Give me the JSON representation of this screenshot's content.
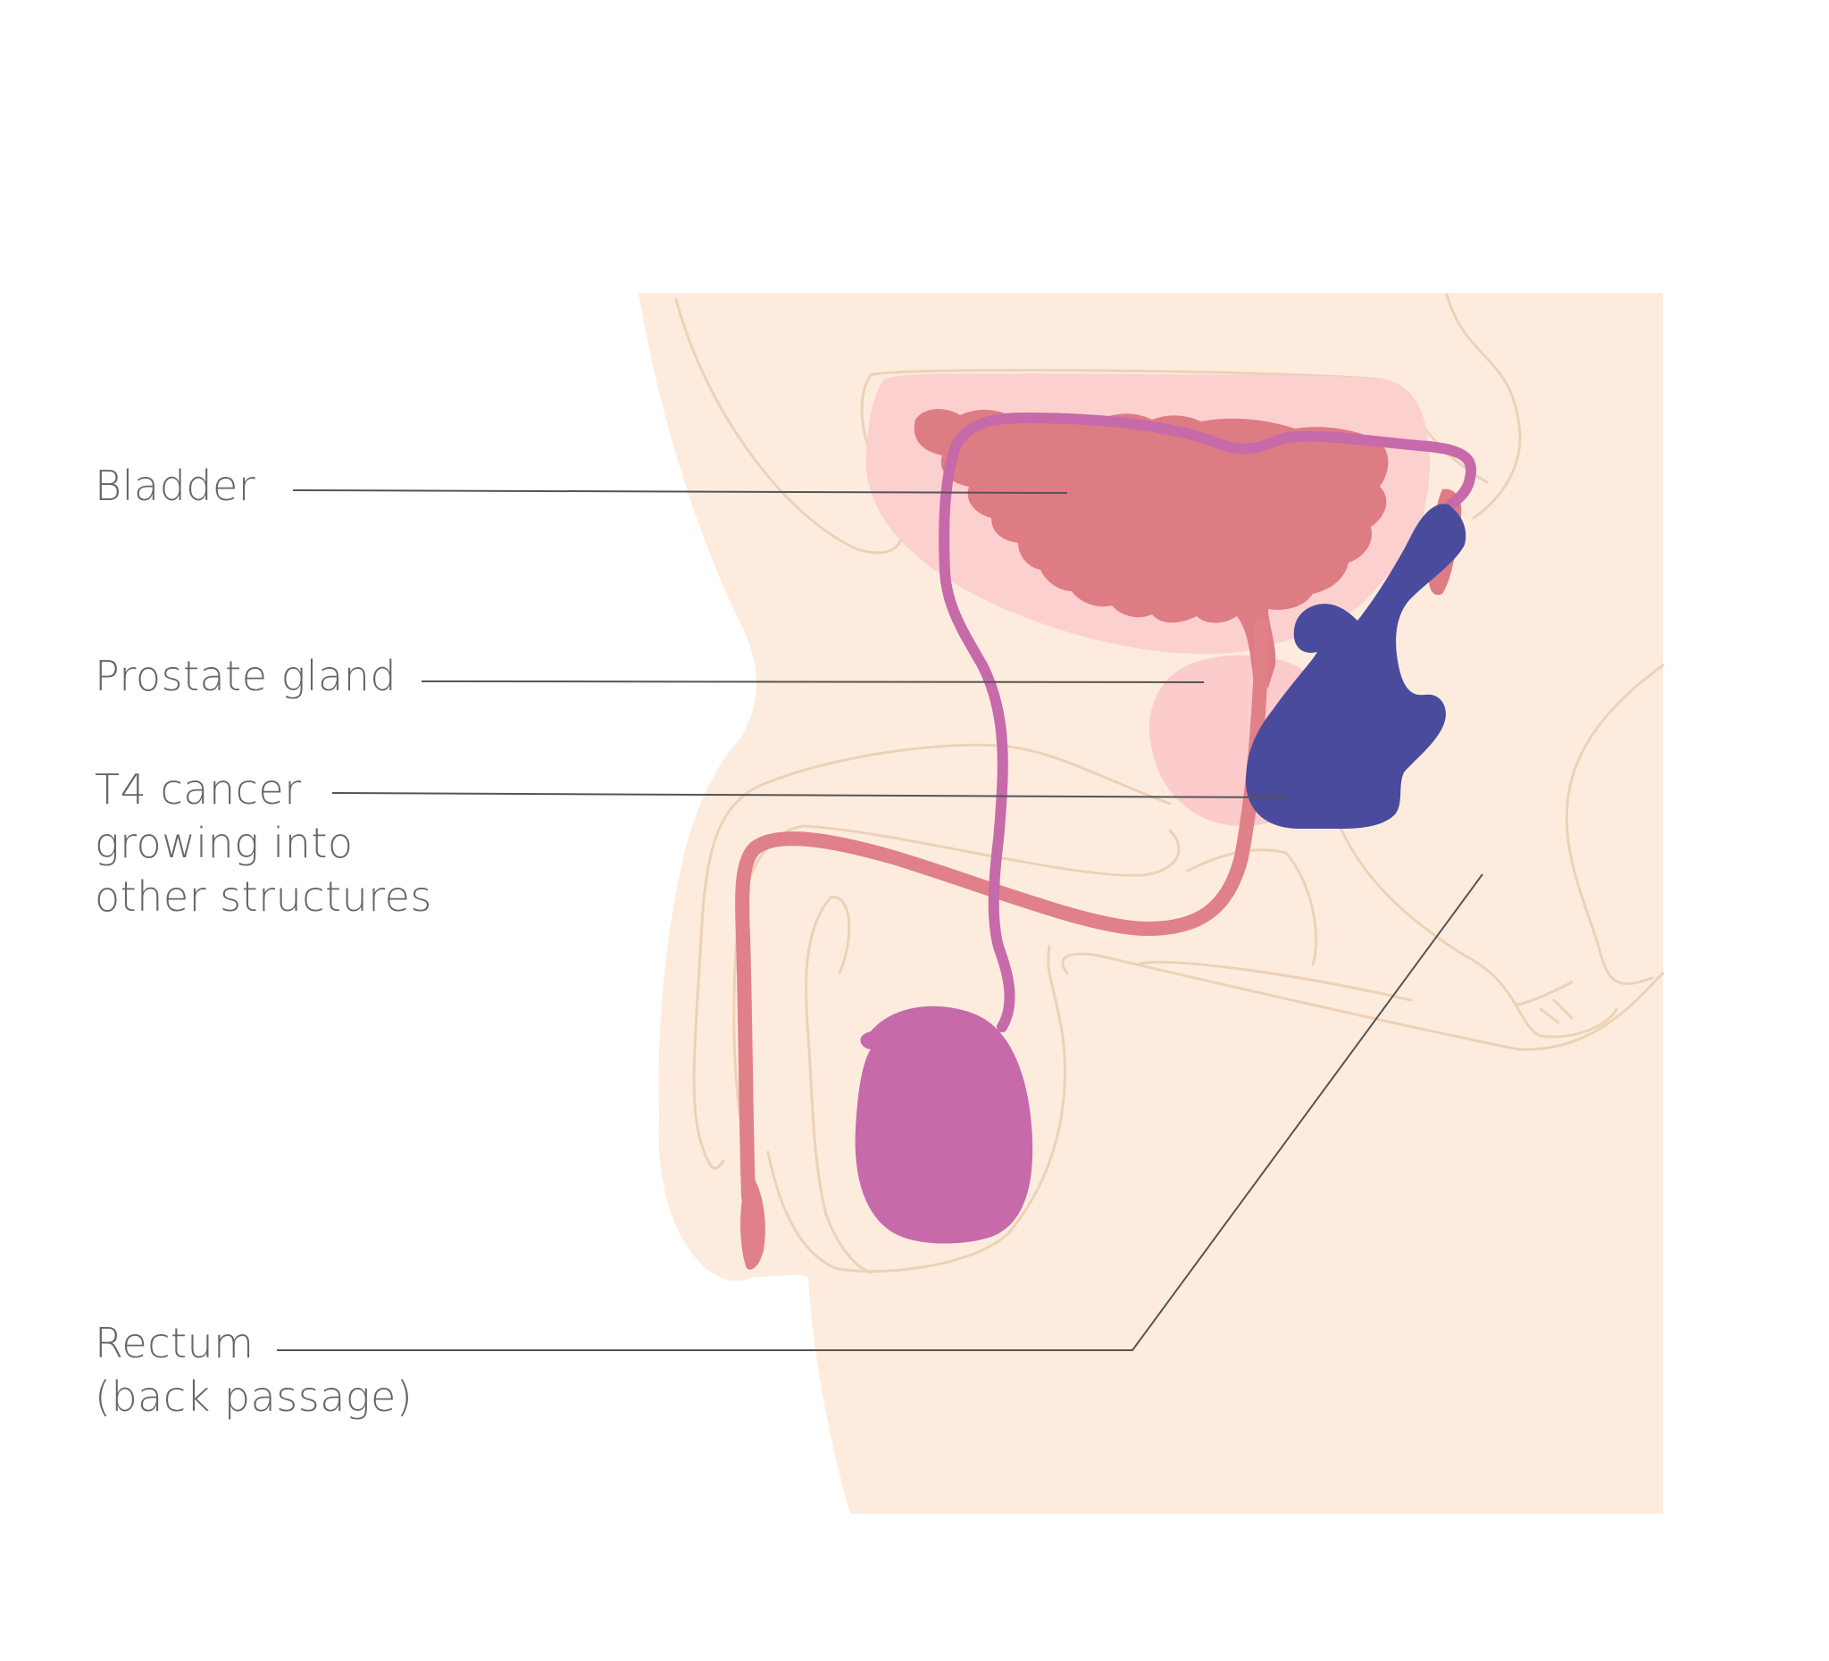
{
  "labels": {
    "bladder": "Bladder",
    "prostate": "Prostate gland",
    "cancer": [
      "T4 cancer",
      "growing into",
      "other structures"
    ],
    "rectum": [
      "Rectum",
      "(back passage)"
    ]
  },
  "colors": {
    "background": "#ffffff",
    "skin": "#fdecde",
    "outline": "#ecd2b6",
    "bladder_halo": "#fdd0d0",
    "bladder": "#de7c84",
    "urethra": "#e08089",
    "prostate": "#fccbcc",
    "vas_deferens": "#c66aaa",
    "testicle": "#c66aaa",
    "tumour": "#4b4b9d",
    "leader_line": "#555555",
    "text": "#666666"
  }
}
